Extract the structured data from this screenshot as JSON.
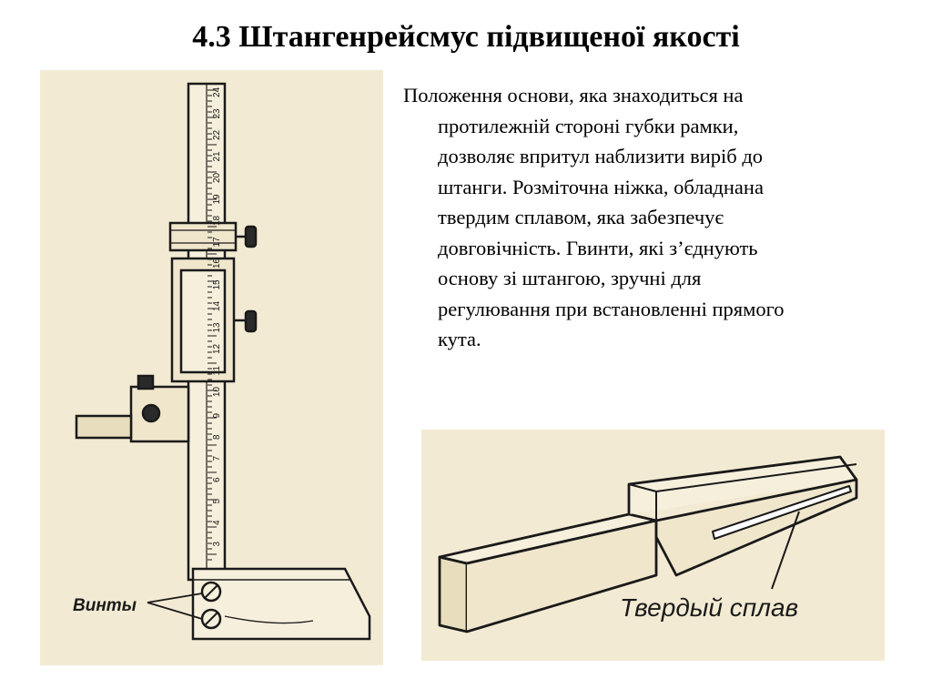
{
  "slide": {
    "title": "4.3 Штангенрейсмус підвищеної якості",
    "paragraph_lines": [
      "Положення основи, яка знаходиться на",
      "протилежній стороні губки рамки,",
      "дозволяє впритул наблизити виріб до",
      "штанги. Розміточна ніжка, обладнана",
      "твердим сплавом, яка забезпечує",
      "довговічність. Гвинти, які з’єднують",
      "основу зі штангою, зручні для",
      "регулювання при встановленні прямого",
      "кута."
    ]
  },
  "figure_left": {
    "caption_screws": "Винты",
    "scale_numbers": [
      "24",
      "23",
      "22",
      "21",
      "20",
      "19",
      "18",
      "17",
      "16",
      "15",
      "14",
      "13",
      "12",
      "11",
      "10",
      "9",
      "8",
      "7",
      "6",
      "5",
      "4",
      "3"
    ]
  },
  "figure_right": {
    "caption_alloy": "Твердый сплав"
  }
}
